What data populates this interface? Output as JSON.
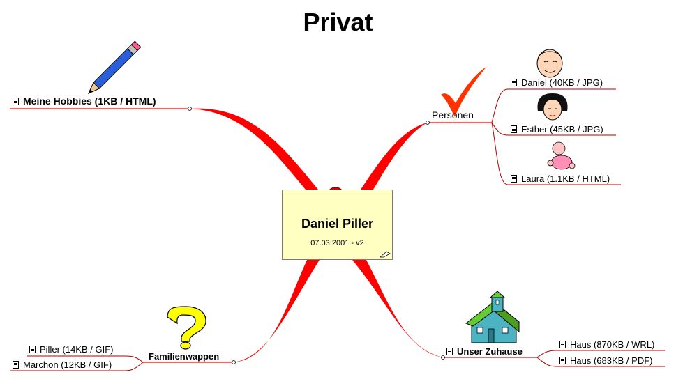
{
  "map": {
    "title": "Privat",
    "central": {
      "name": "Daniel Piller",
      "subtitle": "07.03.2001 - v2"
    },
    "branches": {
      "hobbies": {
        "label": "Meine Hobbies (1KB / HTML)",
        "icon": "pencil-icon"
      },
      "personen": {
        "label": "Personen",
        "icon": "checkmark-icon",
        "children": [
          {
            "label": "Daniel (40KB / JPG)",
            "icon": "man-face-icon"
          },
          {
            "label": "Esther (45KB / JPG)",
            "icon": "woman-face-icon"
          },
          {
            "label": "Laura (1.1KB / HTML)",
            "icon": "baby-icon"
          }
        ]
      },
      "familienwappen": {
        "label": "Familienwappen",
        "icon": "question-mark-icon",
        "children": [
          {
            "label": "Piller (14KB / GIF)"
          },
          {
            "label": "Marchon (12KB / GIF)"
          }
        ]
      },
      "zuhause": {
        "label": "Unser Zuhause",
        "icon": "house-icon",
        "children": [
          {
            "label": "Haus (870KB / WRL)"
          },
          {
            "label": "Haus (683KB / PDF)"
          }
        ]
      }
    },
    "colors": {
      "main_branch": "#ff0000",
      "sub_branch": "#b00000",
      "topic_fill": "#ffffc2",
      "pin": "#e00000",
      "check": "#ff3300",
      "question": "#ffff00",
      "house_wall": "#4bb3c2",
      "house_roof": "#66cc33"
    }
  }
}
